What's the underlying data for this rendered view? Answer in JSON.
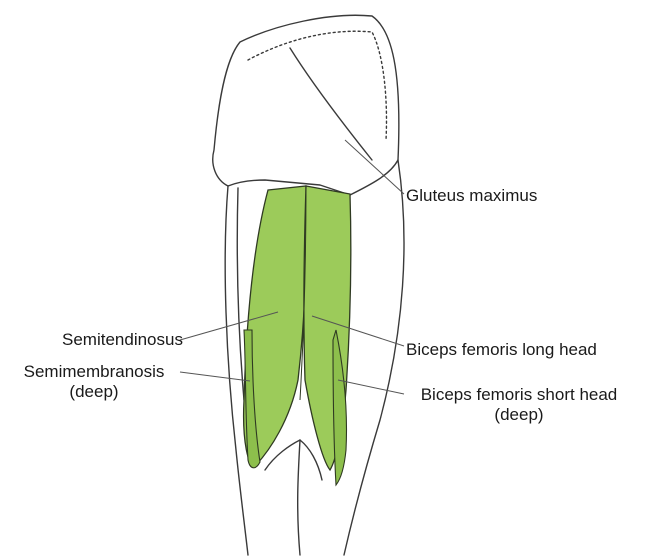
{
  "labels": {
    "gluteus_maximus": "Gluteus maximus",
    "semitendinosus": "Semitendinosus",
    "semimembranosis_line1": "Semimembranosis",
    "semimembranosis_line2": "(deep)",
    "biceps_long": "Biceps femoris long head",
    "biceps_short_line1": "Biceps femoris short head",
    "biceps_short_line2": "(deep)"
  },
  "colors": {
    "muscle_fill": "#9ccb5a",
    "muscle_edge": "#2f3a22",
    "outline": "#3a3a3a",
    "leader": "#555555",
    "text": "#1a1a1a"
  }
}
